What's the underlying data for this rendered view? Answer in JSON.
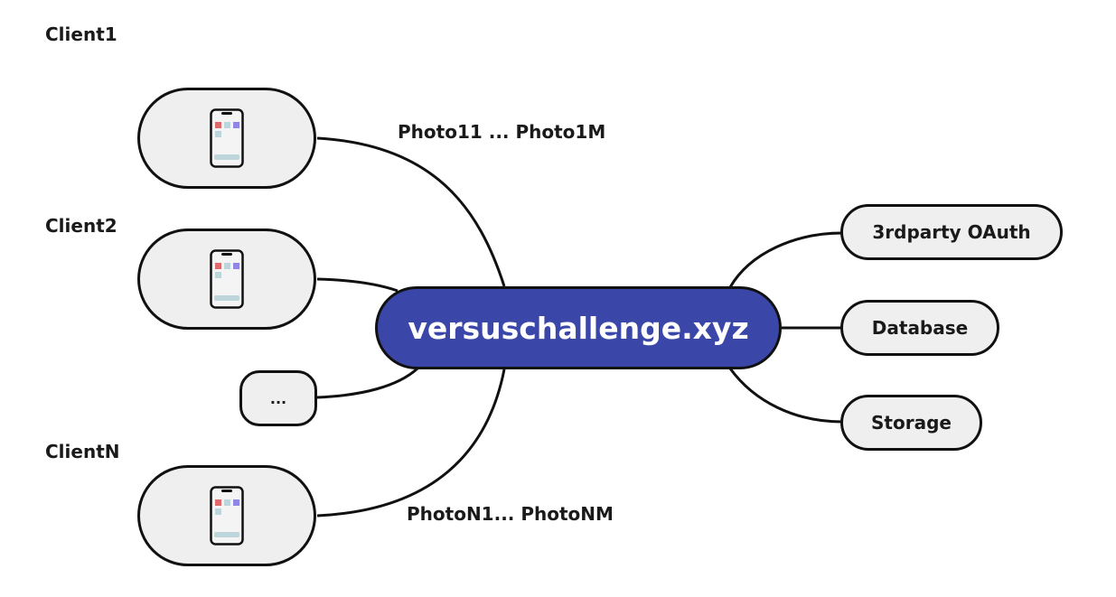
{
  "hub": {
    "label": "versuschallenge.xyz",
    "color": "#3a46a8"
  },
  "clients": [
    {
      "label": "Client1"
    },
    {
      "label": "Client2"
    },
    {
      "label": "ClientN"
    }
  ],
  "ellipsis": {
    "label": "..."
  },
  "edge_labels": {
    "top": "Photo11 ... Photo1M",
    "bottom": "PhotoN1... PhotoNM"
  },
  "services": [
    {
      "label": "3rdparty OAuth"
    },
    {
      "label": "Database"
    },
    {
      "label": "Storage"
    }
  ],
  "icons": {
    "client_device": "smartphone-icon"
  }
}
